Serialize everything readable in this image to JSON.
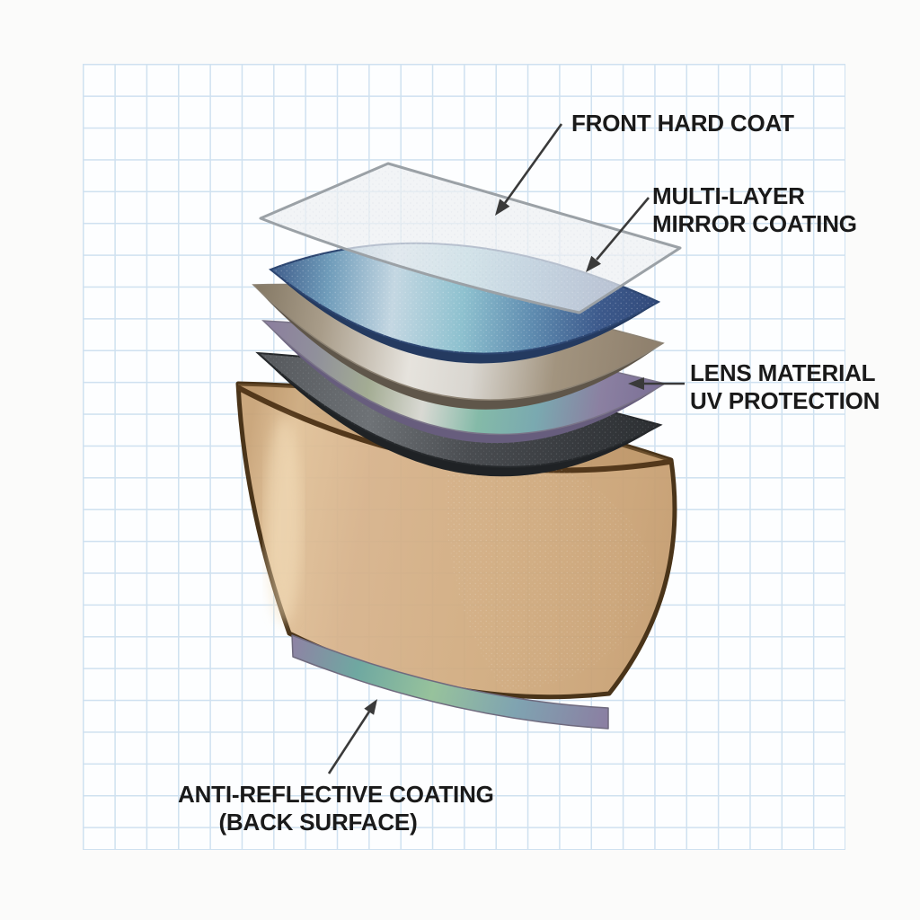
{
  "page": {
    "background_color": "#fbfbfa",
    "grid_line_color": "#cfe1f0",
    "label_text_color": "#1a1a1a",
    "arrow_color": "#3a3a3a"
  },
  "labels": {
    "front_hard_coat": "FRONT HARD COAT",
    "multi_layer_line1": "MULTI-LAYER",
    "multi_layer_line2": "MIRROR COATING",
    "lens_material_line1": "LENS MATERIAL",
    "lens_material_line2": "UV PROTECTION",
    "anti_reflective_line1": "ANTI-REFLECTIVE COATING",
    "anti_reflective_line2": "(BACK SURFACE)"
  },
  "layer_stack": [
    {
      "id": "front-hard-coat-sheet",
      "label": "FRONT HARD COAT",
      "color": "#eff1f2"
    },
    {
      "id": "mirror-coating-sheet",
      "label": "MULTI-LAYER MIRROR COATING",
      "color": "#6fa7c3"
    },
    {
      "id": "silver-sheet",
      "label": "",
      "color": "#d9d6d0"
    },
    {
      "id": "iridescent-sheet",
      "label": "LENS MATERIAL UV PROTECTION",
      "color": "#84baa8"
    },
    {
      "id": "charcoal-sheet",
      "label": "",
      "color": "#44474b"
    },
    {
      "id": "lens-body",
      "label": "",
      "color": "#d0aa7d"
    },
    {
      "id": "anti-reflective-strip",
      "label": "ANTI-REFLECTIVE COATING (BACK SURFACE)",
      "color": "#86b2a4"
    }
  ]
}
